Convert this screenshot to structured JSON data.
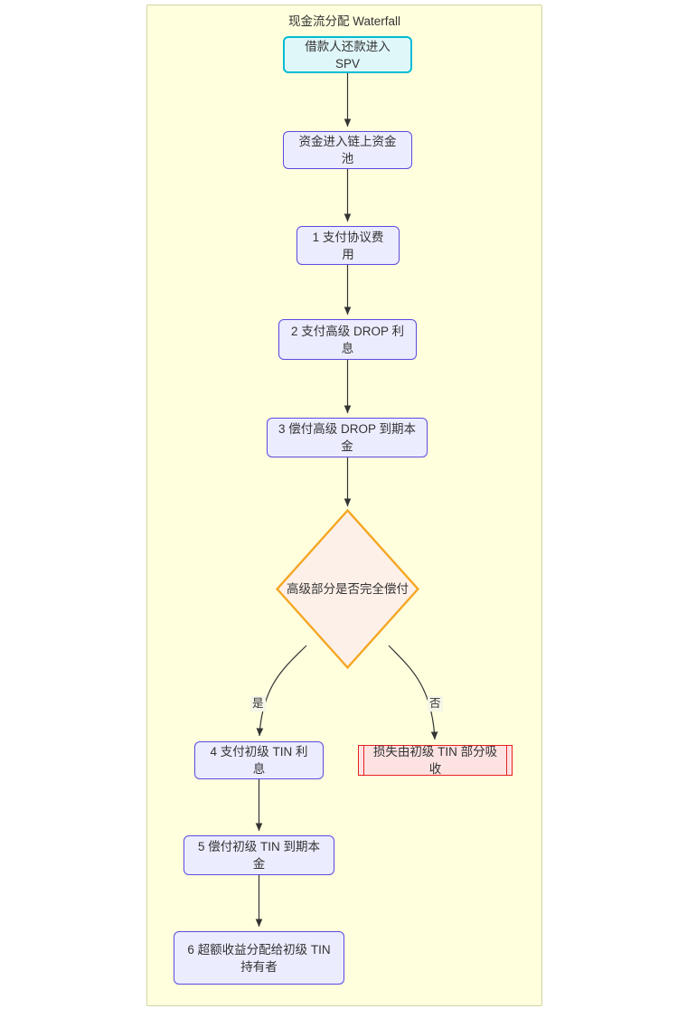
{
  "diagram": {
    "type": "flowchart",
    "direction": "top-down",
    "container": {
      "title": "现金流分配 Waterfall",
      "background_color": "#ffffde",
      "border_color": "#d3d3a4"
    },
    "nodes": [
      {
        "id": "start",
        "label": "借款人还款进入 SPV",
        "shape": "rounded-rect",
        "style": "start",
        "fill": "#e0f7fa",
        "stroke": "#00bcd4"
      },
      {
        "id": "pool",
        "label": "资金进入链上资金池",
        "shape": "rounded-rect",
        "style": "process",
        "fill": "#ececff",
        "stroke": "#5b4ae0"
      },
      {
        "id": "step1",
        "label": "1 支付协议费用",
        "shape": "rounded-rect",
        "style": "process",
        "fill": "#ececff",
        "stroke": "#5b4ae0"
      },
      {
        "id": "step2",
        "label": "2 支付高级 DROP 利息",
        "shape": "rounded-rect",
        "style": "process",
        "fill": "#ececff",
        "stroke": "#5b4ae0"
      },
      {
        "id": "step3",
        "label": "3 偿付高级 DROP 到期本金",
        "shape": "rounded-rect",
        "style": "process",
        "fill": "#ececff",
        "stroke": "#5b4ae0"
      },
      {
        "id": "decision",
        "label": "高级部分是否完全偿付",
        "shape": "diamond",
        "style": "decision",
        "fill": "#fdf0e8",
        "stroke": "#f5a623"
      },
      {
        "id": "step4",
        "label": "4 支付初级 TIN 利息",
        "shape": "rounded-rect",
        "style": "process",
        "fill": "#ececff",
        "stroke": "#5b4ae0"
      },
      {
        "id": "loss",
        "label": "损失由初级 TIN 部分吸收",
        "shape": "subroutine",
        "style": "danger",
        "fill": "#fde2e2",
        "stroke": "#e82020"
      },
      {
        "id": "step5",
        "label": "5 偿付初级 TIN 到期本金",
        "shape": "rounded-rect",
        "style": "process",
        "fill": "#ececff",
        "stroke": "#5b4ae0"
      },
      {
        "id": "step6",
        "label": "6 超额收益分配给初级 TIN\n持有者",
        "shape": "rounded-rect",
        "style": "process",
        "fill": "#ececff",
        "stroke": "#5b4ae0"
      }
    ],
    "edges": [
      {
        "from": "start",
        "to": "pool",
        "label": ""
      },
      {
        "from": "pool",
        "to": "step1",
        "label": ""
      },
      {
        "from": "step1",
        "to": "step2",
        "label": ""
      },
      {
        "from": "step2",
        "to": "step3",
        "label": ""
      },
      {
        "from": "step3",
        "to": "decision",
        "label": ""
      },
      {
        "from": "decision",
        "to": "step4",
        "label": "是"
      },
      {
        "from": "decision",
        "to": "loss",
        "label": "否"
      },
      {
        "from": "step4",
        "to": "step5",
        "label": ""
      },
      {
        "from": "step5",
        "to": "step6",
        "label": ""
      }
    ]
  }
}
